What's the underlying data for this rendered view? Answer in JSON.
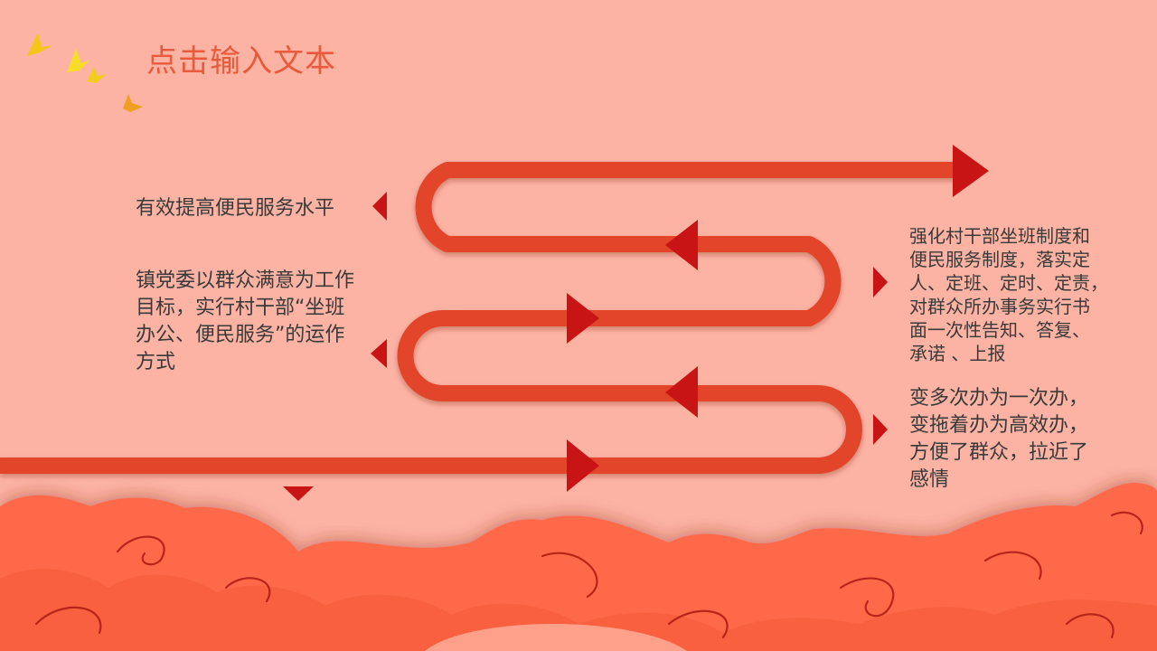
{
  "slide": {
    "title": "点击输入文本"
  },
  "left_items": [
    {
      "text": "有效提高便民服务水平"
    },
    {
      "lines": [
        "镇党委以群众满意为工作",
        "目标，实行村干部“坐班",
        "办公、便民服务”的运作",
        "方式"
      ]
    }
  ],
  "right_items": [
    {
      "lines": [
        "强化村干部坐班制度和",
        "便民服务制度，落实定",
        "人、定班、定时、定责，",
        "对群众所办事务实行书",
        "面一次性告知、答复、",
        "承诺 、上报"
      ]
    },
    {
      "lines": [
        "变多次办为一次办，",
        "变拖着办为高效办，",
        "方便了群众，拉近了",
        "感情"
      ]
    }
  ],
  "colors": {
    "background": "#fcb3a3",
    "path": "#e2452b",
    "arrow": "#c81414",
    "title": "#e85a3a",
    "cloud": "#fe6a4a",
    "bird": "#f6d21c"
  }
}
